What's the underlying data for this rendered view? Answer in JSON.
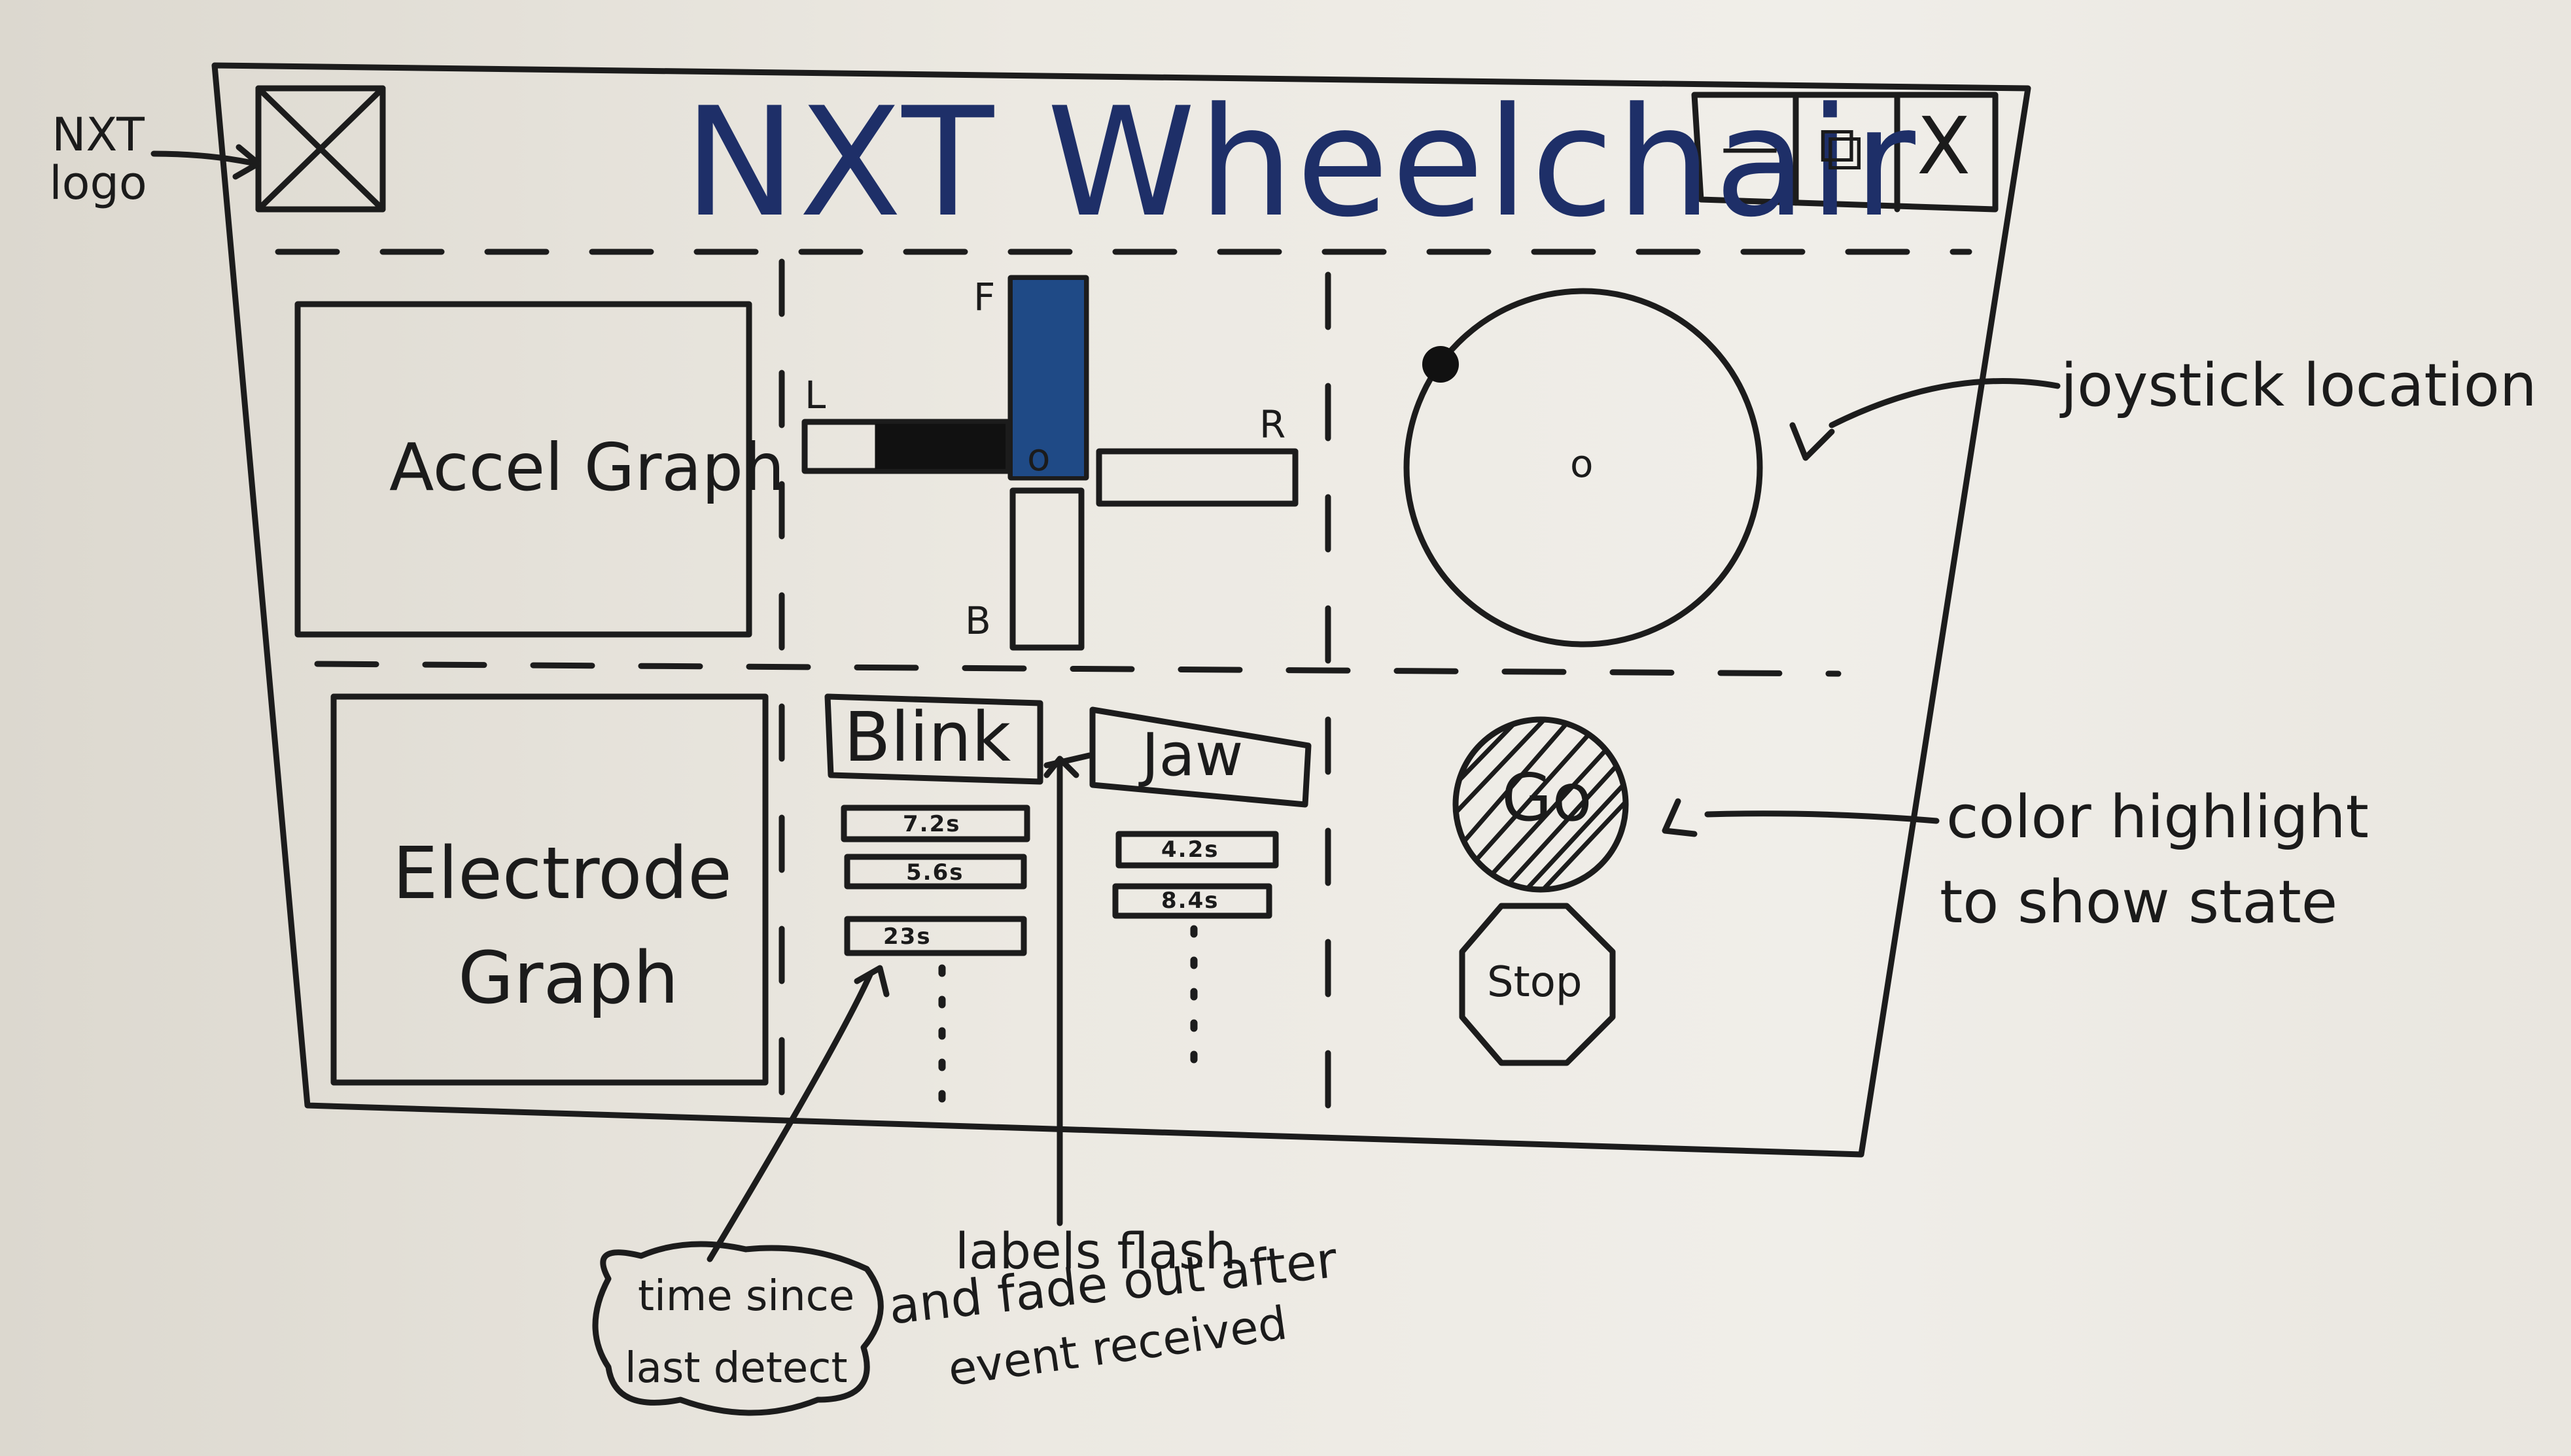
{
  "window": {
    "title": "NXT Wheelchair",
    "logo_note": "NXT\nlogo",
    "controls": {
      "minimize": "—",
      "maximize": "⧉",
      "close": "X"
    }
  },
  "panels": {
    "accel": {
      "label": "Accel Graph"
    },
    "electrode": {
      "label1": "Electrode",
      "label2": "Graph"
    },
    "direction": {
      "front": "F",
      "back": "B",
      "left": "L",
      "right": "R",
      "center": "o",
      "forward_level": 1.0,
      "left_level": 0.65,
      "right_level": 0.0,
      "back_level": 0.0,
      "fill_color": "#1f4a86",
      "left_fill_color": "#111111"
    },
    "joystick": {
      "center": "o",
      "dot_color": "#111111"
    }
  },
  "events": {
    "blink": {
      "label": "Blink",
      "times": [
        "7.2s",
        "5.6s",
        "23s"
      ],
      "more": "⋮"
    },
    "jaw": {
      "label": "Jaw",
      "times": [
        "4.2s",
        "8.4s"
      ],
      "more": "⋮"
    }
  },
  "state_buttons": {
    "go": {
      "label": "Go",
      "active": true
    },
    "stop": {
      "label": "Stop",
      "active": false
    }
  },
  "annotations": {
    "logo": "NXT logo",
    "joystick": "joystick location",
    "color1": "color highlight",
    "color2": "to show state",
    "time1": "time since",
    "time2": "last detect",
    "flash1": "labels flash",
    "flash2": "and fade out after",
    "flash3": "event received"
  },
  "colors": {
    "ink": "#1b1b1b",
    "title_ink": "#1e2f68",
    "board": "#ece9e2"
  }
}
